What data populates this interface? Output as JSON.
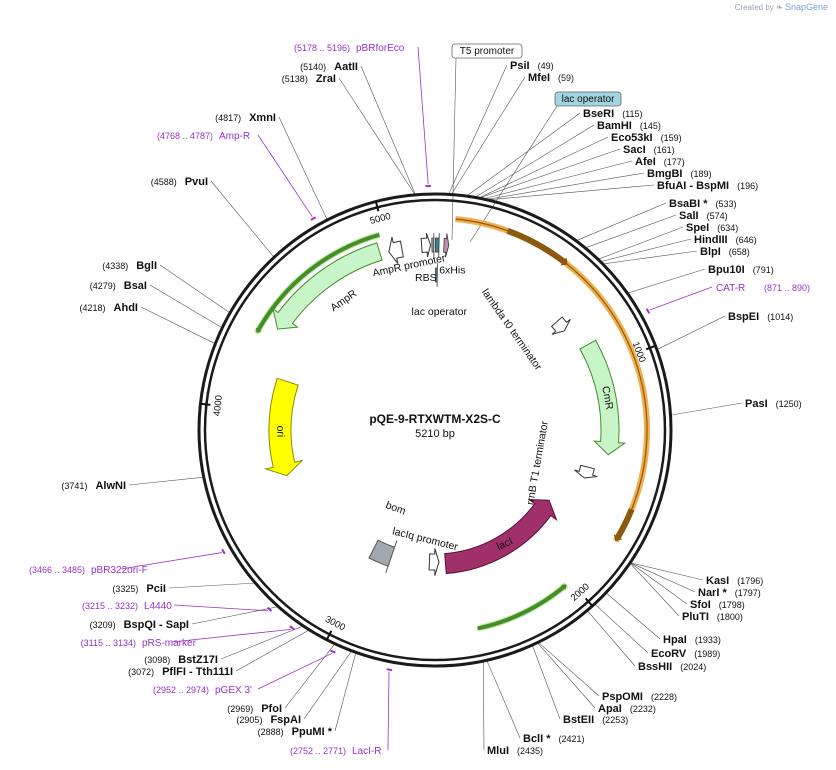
{
  "credit": {
    "prefix": "Created by",
    "brand": "SnapGene"
  },
  "plasmid": {
    "name": "pQE-9-RTXWTM-X2S-C",
    "length_label": "5210 bp",
    "length": 5210
  },
  "ticks": [
    {
      "bp": 1000,
      "label": "1000"
    },
    {
      "bp": 2000,
      "label": "2000"
    },
    {
      "bp": 3000,
      "label": "3000"
    },
    {
      "bp": 4000,
      "label": "4000"
    },
    {
      "bp": 5000,
      "label": "5000"
    }
  ],
  "right_sites": [
    {
      "name": "PsiI",
      "pos": "(49)",
      "bp": 49
    },
    {
      "name": "MfeI",
      "pos": "(59)",
      "bp": 59
    },
    {
      "name": "BseRI",
      "pos": "(115)",
      "bp": 115
    },
    {
      "name": "BamHI",
      "pos": "(145)",
      "bp": 145
    },
    {
      "name": "Eco53kI",
      "pos": "(159)",
      "bp": 159
    },
    {
      "name": "SacI",
      "pos": "(161)",
      "bp": 161
    },
    {
      "name": "AfeI",
      "pos": "(177)",
      "bp": 177
    },
    {
      "name": "BmgBI",
      "pos": "(189)",
      "bp": 189
    },
    {
      "name": "BfuAI - BspMI",
      "pos": "(196)",
      "bp": 196
    },
    {
      "name": "BsaBI *",
      "pos": "(533)",
      "bp": 533
    },
    {
      "name": "SalI",
      "pos": "(574)",
      "bp": 574
    },
    {
      "name": "SpeI",
      "pos": "(634)",
      "bp": 634
    },
    {
      "name": "HindIII",
      "pos": "(646)",
      "bp": 646
    },
    {
      "name": "BlpI",
      "pos": "(658)",
      "bp": 658
    },
    {
      "name": "Bpu10I",
      "pos": "(791)",
      "bp": 791
    },
    {
      "name": "BspEI",
      "pos": "(1014)",
      "bp": 1014
    },
    {
      "name": "PasI",
      "pos": "(1250)",
      "bp": 1250
    },
    {
      "name": "KasI",
      "pos": "(1796)",
      "bp": 1796
    },
    {
      "name": "NarI *",
      "pos": "(1797)",
      "bp": 1797
    },
    {
      "name": "SfoI",
      "pos": "(1798)",
      "bp": 1798
    },
    {
      "name": "PluTI",
      "pos": "(1800)",
      "bp": 1800
    },
    {
      "name": "HpaI",
      "pos": "(1933)",
      "bp": 1933
    },
    {
      "name": "EcoRV",
      "pos": "(1989)",
      "bp": 1989
    },
    {
      "name": "BssHII",
      "pos": "(2024)",
      "bp": 2024
    },
    {
      "name": "PspOMI",
      "pos": "(2228)",
      "bp": 2228
    },
    {
      "name": "ApaI",
      "pos": "(2232)",
      "bp": 2232
    },
    {
      "name": "BstEII",
      "pos": "(2253)",
      "bp": 2253
    },
    {
      "name": "BclI *",
      "pos": "(2421)",
      "bp": 2421
    },
    {
      "name": "MluI",
      "pos": "(2435)",
      "bp": 2435
    }
  ],
  "left_sites": [
    {
      "name": "PpuMI *",
      "pos": "(2888)",
      "bp": 2888
    },
    {
      "name": "FspAI",
      "pos": "(2905)",
      "bp": 2905
    },
    {
      "name": "PfoI",
      "pos": "(2969)",
      "bp": 2969
    },
    {
      "name": "PflFI - Tth111I",
      "pos": "(3072)",
      "bp": 3072
    },
    {
      "name": "BstZ17I",
      "pos": "(3098)",
      "bp": 3098
    },
    {
      "name": "BspQI - SapI",
      "pos": "(3209)",
      "bp": 3209
    },
    {
      "name": "PciI",
      "pos": "(3325)",
      "bp": 3325
    },
    {
      "name": "AlwNI",
      "pos": "(3741)",
      "bp": 3741
    },
    {
      "name": "AhdI",
      "pos": "(4218)",
      "bp": 4218
    },
    {
      "name": "BsaI",
      "pos": "(4279)",
      "bp": 4279
    },
    {
      "name": "BglI",
      "pos": "(4338)",
      "bp": 4338
    },
    {
      "name": "PvuI",
      "pos": "(4588)",
      "bp": 4588
    },
    {
      "name": "XmnI",
      "pos": "(4817)",
      "bp": 4817
    },
    {
      "name": "ZraI",
      "pos": "(5138)",
      "bp": 5138
    },
    {
      "name": "AatII",
      "pos": "(5140)",
      "bp": 5140
    }
  ],
  "primers": [
    {
      "name": "CAT-R",
      "range": "(871 .. 890)",
      "bp": 880
    },
    {
      "name": "LacI-R",
      "range": "(2752 .. 2771)",
      "bp": 2761
    },
    {
      "name": "pGEX 3'",
      "range": "(2952 .. 2974)",
      "bp": 2963
    },
    {
      "name": "pRS-marker",
      "range": "(3115 .. 3134)",
      "bp": 3124
    },
    {
      "name": "L4440",
      "range": "(3215 .. 3232)",
      "bp": 3223
    },
    {
      "name": "pBR322ori-F",
      "range": "(3466 .. 3485)",
      "bp": 3475
    },
    {
      "name": "Amp-R",
      "range": "(4768 .. 4787)",
      "bp": 4777
    },
    {
      "name": "pBRforEco",
      "range": "(5178 .. 5196)",
      "bp": 5187
    }
  ],
  "top_features": [
    {
      "name": "T5 promoter",
      "boxed": true
    },
    {
      "name": "lac operator",
      "boxed": true
    }
  ],
  "inner_labels": {
    "ampr_promoter": "AmpR promoter",
    "ampr": "AmpR",
    "rbs": "RBS",
    "his": "6xHis",
    "lac_operator": "lac operator",
    "lambda": "lambda t0 terminator",
    "cmr": "CmR",
    "rrnb": "rrnB T1 terminator",
    "laci": "lacI",
    "laciq": "lacIq promoter",
    "bom": "bom",
    "ori": "ori"
  },
  "colors": {
    "backbone": "#1a1a1a",
    "primer": "#9b30c8",
    "orange": "#f0a63a",
    "green_fill": "#c8f5c8",
    "green_edge": "#4a8a2a",
    "ori_yellow": "#ffff00",
    "laci": "#a0306a",
    "bom": "#a0a8b0",
    "lac_op_box": "#9fd4e0",
    "rbs_gray": "#a0a0a0",
    "his_pink": "#c090b0",
    "lacop_teal": "#3a8a96"
  }
}
